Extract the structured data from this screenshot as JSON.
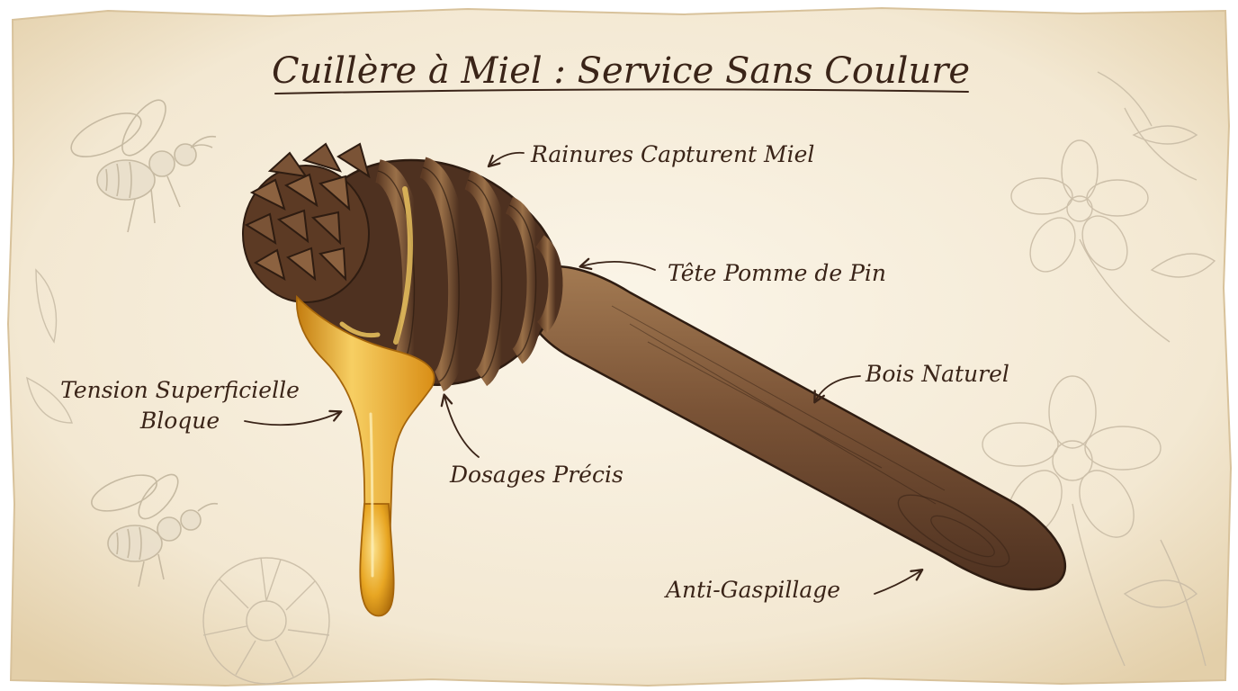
{
  "title": "Cuillère à Miel : Service Sans Coulure",
  "labels": {
    "grooves": "Rainures Capturent Miel",
    "pinecone_head": "Tête Pomme de Pin",
    "natural_wood": "Bois Naturel",
    "surface_tension_line1": "Tension Superficielle",
    "surface_tension_line2": "Bloque",
    "precise_dosing": "Dosages Précis",
    "anti_waste": "Anti-Gaspillage"
  },
  "colors": {
    "paper": "#f6eddc",
    "ink": "#3a2418",
    "wood_dark": "#4e3120",
    "wood_mid": "#7a5336",
    "wood_light": "#a37a52",
    "honey": "#e8a623",
    "honey_light": "#f7cf63",
    "sketch": "#c9bca6"
  }
}
